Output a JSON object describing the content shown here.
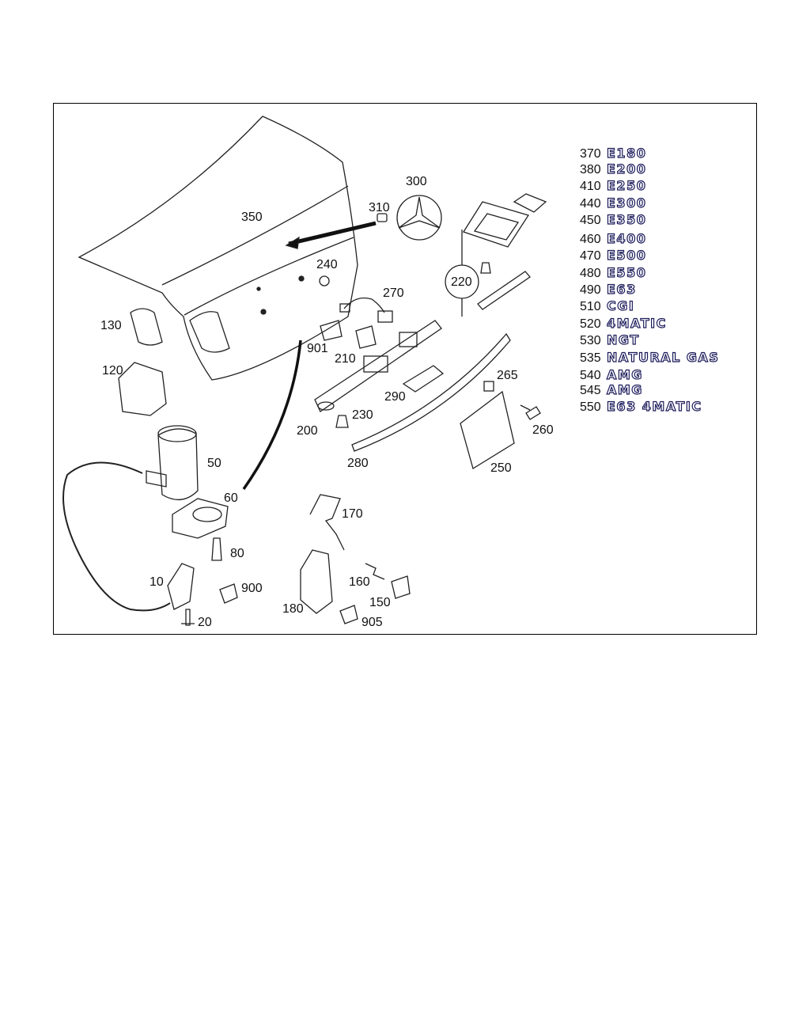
{
  "callouts": {
    "c10": "10",
    "c20": "20",
    "c50": "50",
    "c60": "60",
    "c80": "80",
    "c120": "120",
    "c130": "130",
    "c150": "150",
    "c160": "160",
    "c170": "170",
    "c180": "180",
    "c200": "200",
    "c210": "210",
    "c220": "220",
    "c230": "230",
    "c240": "240",
    "c250": "250",
    "c260": "260",
    "c265": "265",
    "c270": "270",
    "c280": "280",
    "c290": "290",
    "c300": "300",
    "c310": "310",
    "c350": "350",
    "c900": "900",
    "c901": "901",
    "c905": "905"
  },
  "badges": [
    {
      "num": "370",
      "label": "E180"
    },
    {
      "num": "380",
      "label": "E200"
    },
    {
      "num": "410",
      "label": "E250"
    },
    {
      "num": "440",
      "label": "E300"
    },
    {
      "num": "450",
      "label": "E350"
    },
    {
      "num": "460",
      "label": "E400"
    },
    {
      "num": "470",
      "label": "E500"
    },
    {
      "num": "480",
      "label": "E550"
    },
    {
      "num": "490",
      "label": "E63"
    },
    {
      "num": "510",
      "label": "CGI"
    },
    {
      "num": "520",
      "label": "4MATIC"
    },
    {
      "num": "530",
      "label": "NGT"
    },
    {
      "num": "535",
      "label": "NATURAL GAS"
    },
    {
      "num": "540",
      "label": "AMG"
    },
    {
      "num": "545",
      "label": "AMG"
    },
    {
      "num": "550",
      "label": "E63 4MATIC"
    }
  ]
}
